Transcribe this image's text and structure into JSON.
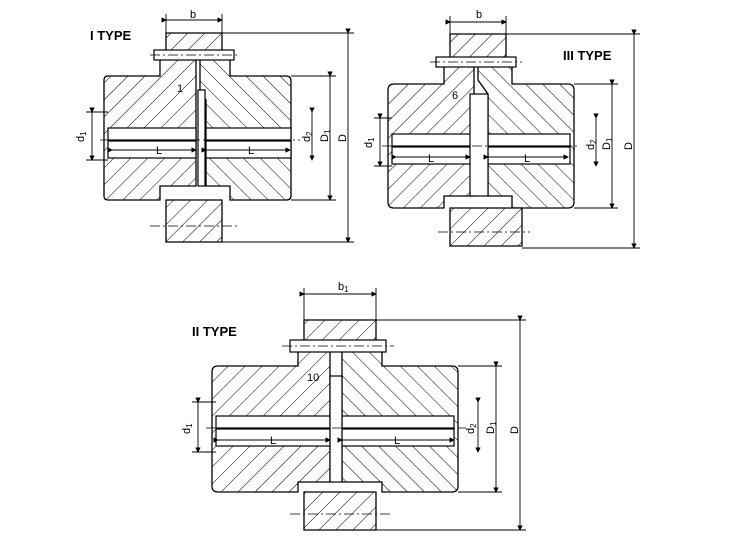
{
  "types": [
    {
      "title": "I TYPE",
      "b": "b",
      "gap": "1",
      "d1": "d",
      "d1_sub": "1",
      "d2": "d",
      "d2_sub": "2",
      "D1": "D",
      "D1_sub": "1",
      "D": "D",
      "L_left": "L",
      "L_right": "L"
    },
    {
      "title": "III TYPE",
      "b": "b",
      "gap": "6",
      "d1": "d",
      "d1_sub": "1",
      "d2": "d",
      "d2_sub": "2",
      "D1": "D",
      "D1_sub": "1",
      "D": "D",
      "L_left": "L",
      "L_right": "L"
    },
    {
      "title": "II TYPE",
      "b": "b",
      "b_sub": "1",
      "gap": "10",
      "d1": "d",
      "d1_sub": "1",
      "d2": "d",
      "d2_sub": "2",
      "D1": "D",
      "D1_sub": "1",
      "D": "D",
      "L_left": "L",
      "L_right": "L"
    }
  ]
}
